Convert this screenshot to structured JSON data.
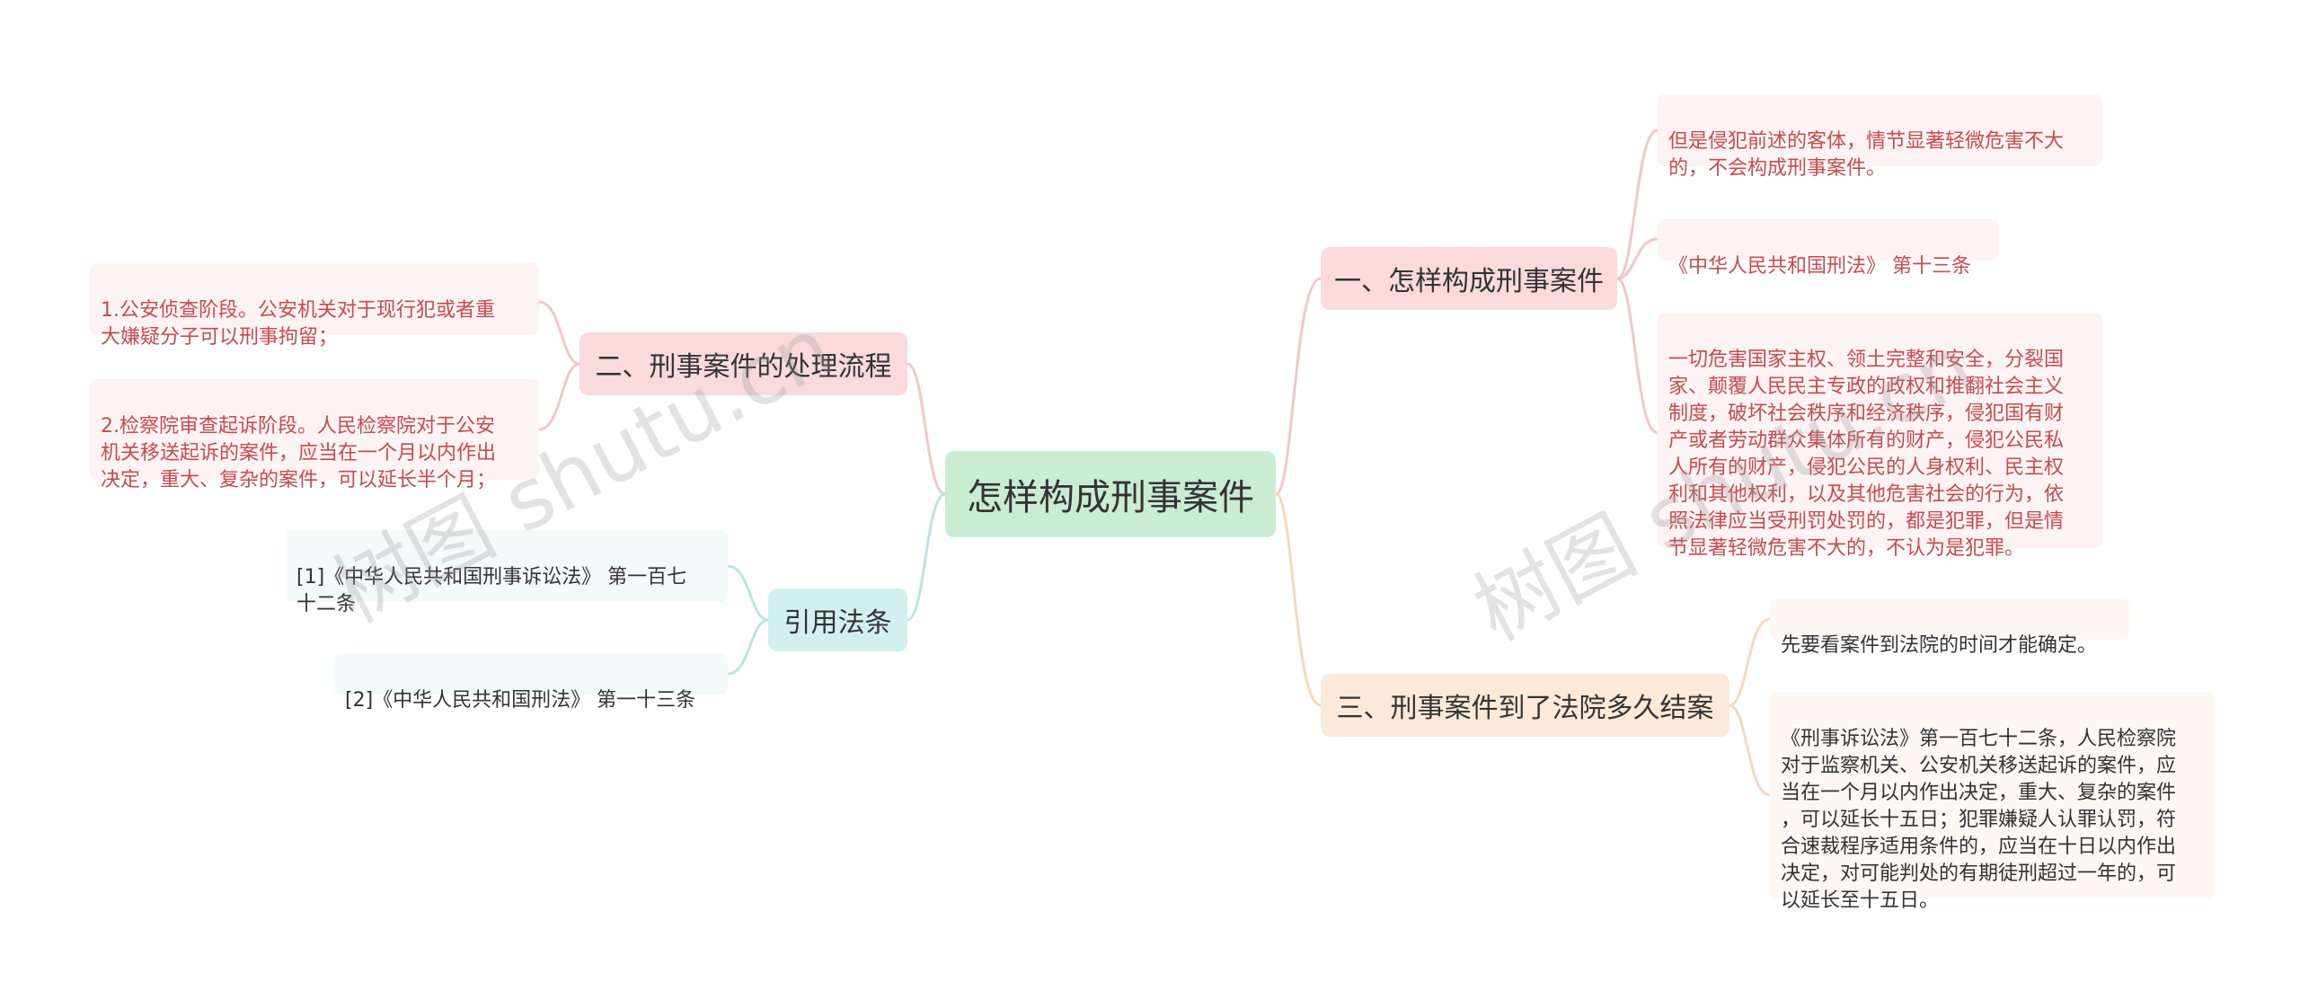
{
  "root": {
    "label": "怎样构成刑事案件"
  },
  "branches": {
    "b1": {
      "label": "一、怎样构成刑事案件",
      "items": [
        "但是侵犯前述的客体，情节显著轻微危害不大\n的，不会构成刑事案件。",
        "《中华人民共和国刑法》 第十三条",
        "一切危害国家主权、领土完整和安全，分裂国\n家、颠覆人民民主专政的政权和推翻社会主义\n制度，破坏社会秩序和经济秩序，侵犯国有财\n产或者劳动群众集体所有的财产，侵犯公民私\n人所有的财产，侵犯公民的人身权利、民主权\n利和其他权利，以及其他危害社会的行为，依\n照法律应当受刑罚处罚的，都是犯罪，但是情\n节显著轻微危害不大的，不认为是犯罪。"
      ]
    },
    "b2": {
      "label": "二、刑事案件的处理流程",
      "items": [
        "1.公安侦查阶段。公安机关对于现行犯或者重\n大嫌疑分子可以刑事拘留；",
        "2.检察院审查起诉阶段。人民检察院对于公安\n机关移送起诉的案件，应当在一个月以内作出\n决定，重大、复杂的案件，可以延长半个月；"
      ]
    },
    "b3": {
      "label": "三、刑事案件到了法院多久结案",
      "items": [
        "先要看案件到法院的时间才能确定。",
        "《刑事诉讼法》第一百七十二条，人民检察院\n对于监察机关、公安机关移送起诉的案件，应\n当在一个月以内作出决定，重大、复杂的案件\n，可以延长十五日；犯罪嫌疑人认罪认罚，符\n合速裁程序适用条件的，应当在十日以内作出\n决定，对可能判处的有期徒刑超过一年的，可\n以延长至十五日。"
      ]
    },
    "b4": {
      "label": "引用法条",
      "items": [
        "[1]《中华人民共和国刑事诉讼法》 第一百七\n十二条",
        "[2]《中华人民共和国刑法》 第一十三条"
      ]
    }
  },
  "watermarks": [
    "树图 shutu.cn",
    "树图 shutu.cn"
  ],
  "colors": {
    "root_bg": "#c9ecd2",
    "red_branch": "#fadadb",
    "orange_branch": "#fbe9da",
    "teal_branch": "#d2f1ee",
    "red_text": "#c64b4f",
    "red_line": "#f3c6c8",
    "orange_line": "#f5d9bf",
    "teal_line": "#b9e6e0",
    "root_line": "#b6e0c2"
  }
}
